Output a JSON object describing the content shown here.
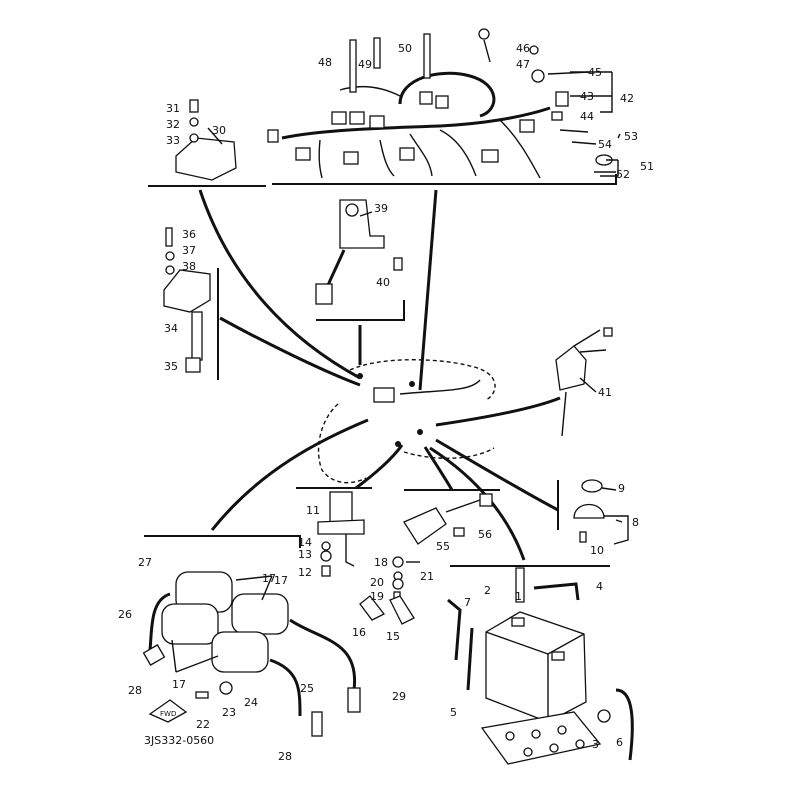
{
  "labels": {
    "p1": "1",
    "p2": "2",
    "p3": "3",
    "p4": "4",
    "p5": "5",
    "p6": "6",
    "p7": "7",
    "p8": "8",
    "p9": "9",
    "p10": "10",
    "p11": "11",
    "p12": "12",
    "p13": "13",
    "p14": "14",
    "p15": "15",
    "p16": "16",
    "p17a": "17",
    "p17b": "17",
    "p17c": "17",
    "p18": "18",
    "p19": "19",
    "p20": "20",
    "p21": "21",
    "p22": "22",
    "p23": "23",
    "p24": "24",
    "p25": "25",
    "p26": "26",
    "p27": "27",
    "p28a": "28",
    "p28b": "28",
    "p29": "29",
    "p30": "30",
    "p31": "31",
    "p32": "32",
    "p33": "33",
    "p34": "34",
    "p35": "35",
    "p36": "36",
    "p37": "37",
    "p38": "38",
    "p39": "39",
    "p40": "40",
    "p41": "41",
    "p42": "42",
    "p43": "43",
    "p44": "44",
    "p45": "45",
    "p46": "46",
    "p47": "47",
    "p48": "48",
    "p49": "49",
    "p50": "50",
    "p51": "51",
    "p52": "52",
    "p53": "53",
    "p54": "54",
    "p55": "55",
    "p56": "56"
  },
  "fwd_label": "FWD",
  "catalog_code": "3JS332-0560"
}
